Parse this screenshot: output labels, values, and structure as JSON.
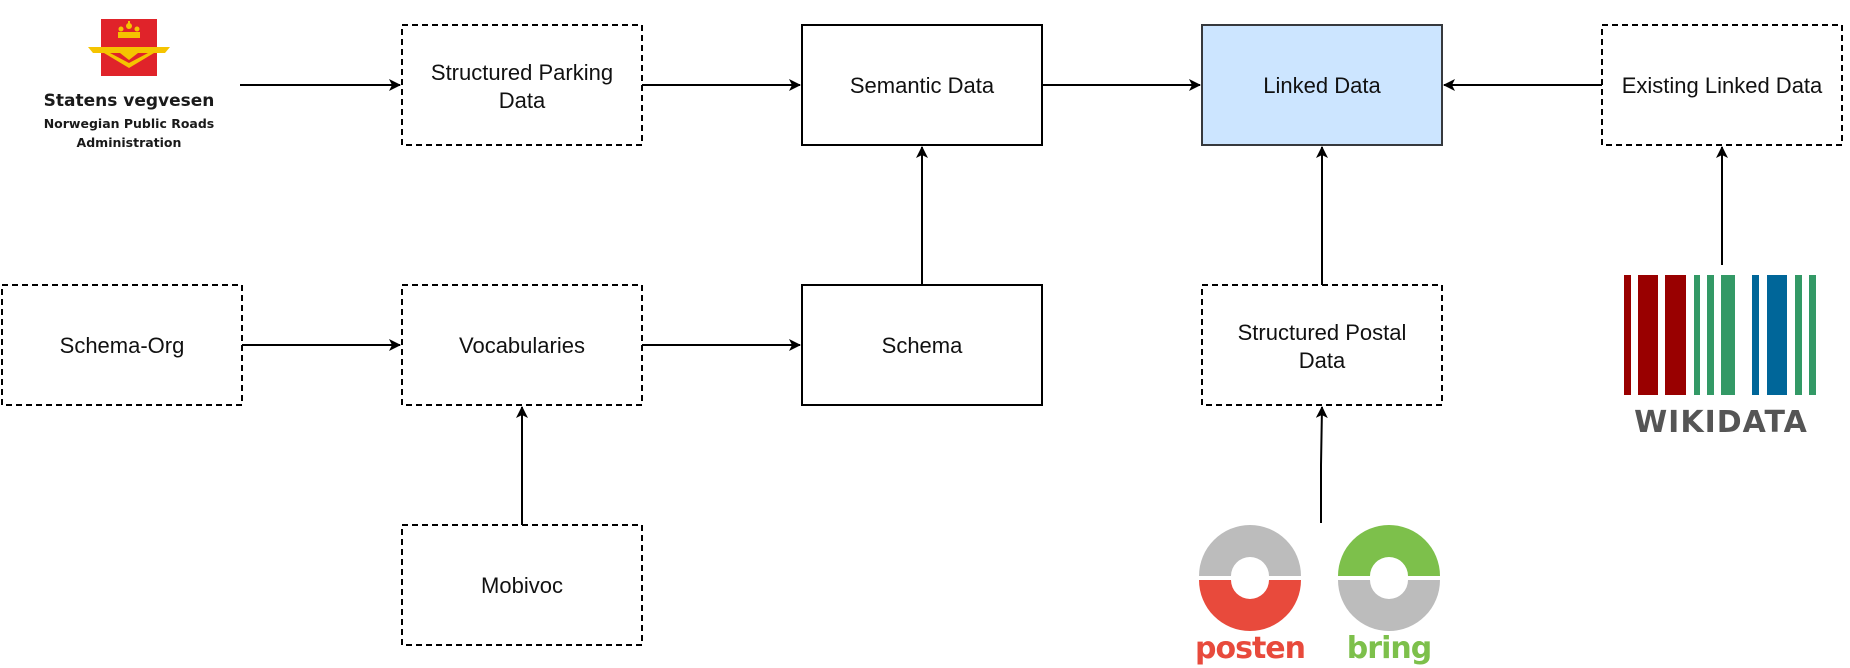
{
  "nodes": {
    "structured_parking": {
      "line1": "Structured Parking",
      "line2": "Data"
    },
    "semantic": {
      "label": "Semantic Data"
    },
    "linked": {
      "label": "Linked Data"
    },
    "existing_linked": {
      "label": "Existing Linked Data"
    },
    "schema_org": {
      "label": "Schema-Org"
    },
    "vocabularies": {
      "label": "Vocabularies"
    },
    "schema": {
      "label": "Schema"
    },
    "structured_postal": {
      "line1": "Structured Postal",
      "line2": "Data"
    },
    "mobivoc": {
      "label": "Mobivoc"
    }
  },
  "logos": {
    "statens_vegvesen": {
      "name": "Statens vegvesen",
      "sub1": "Norwegian Public Roads",
      "sub2": "Administration"
    },
    "wikidata": {
      "name": "WIKIDATA"
    },
    "posten": {
      "name": "posten"
    },
    "bring": {
      "name": "bring"
    }
  },
  "colors": {
    "linked_fill": "#cce5ff",
    "posten_red": "#e84a3c",
    "bring_green": "#7dc04b",
    "logo_grey": "#bcbcbc",
    "wd_red": "#990000",
    "wd_green": "#339966",
    "wd_blue": "#006699"
  }
}
